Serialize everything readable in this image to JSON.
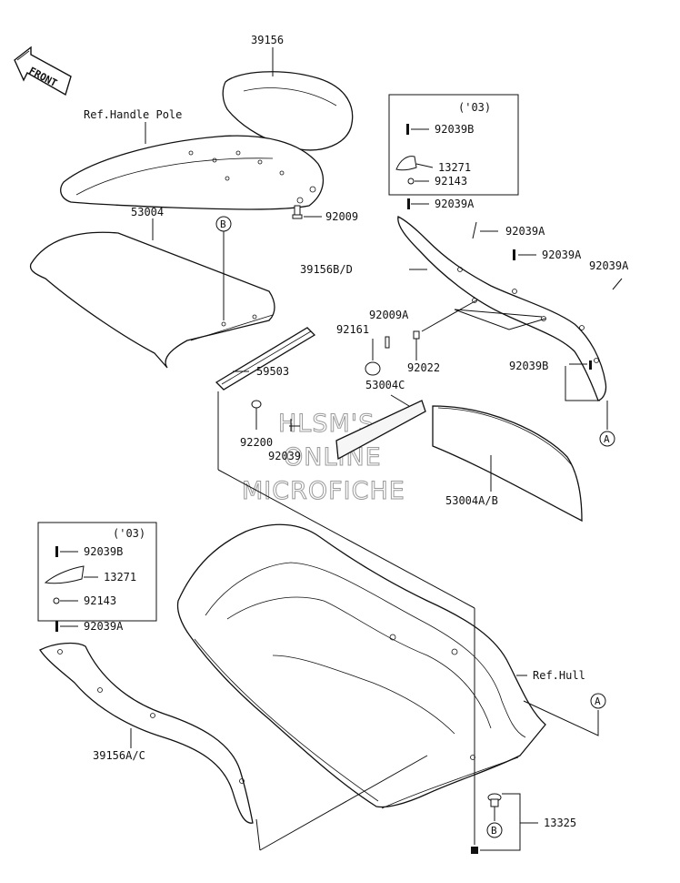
{
  "front_label": "FRONT",
  "watermark": [
    "HLSM'S",
    "ONLINE",
    "MICROFICHE"
  ],
  "labels": {
    "p39156": "39156",
    "handle_pole": "Ref.Handle Pole",
    "p53004": "53004",
    "p92009": "92009",
    "b_marker": "B",
    "p59503": "59503",
    "p92200": "92200",
    "p92039": "92039",
    "p92009a": "92009A",
    "p92161": "92161",
    "p92022": "92022",
    "p53004c": "53004C",
    "p53004ab": "53004A/B",
    "year_top": "('03)",
    "top_92039b": "92039B",
    "top_13271": "13271",
    "top_92143": "92143",
    "r_92039a_1": "92039A",
    "r_92039a_2": "92039A",
    "r_92039a_3": "92039A",
    "r_92039a_4": "92039A",
    "p39156bd": "39156B/D",
    "r_92039b": "92039B",
    "a_marker_right": "A",
    "year_left": "('03)",
    "left_92039b": "92039B",
    "left_13271": "13271",
    "left_92143": "92143",
    "left_92039a": "92039A",
    "p39156ac": "39156A/C",
    "ref_hull": "Ref.Hull",
    "a_marker_hull": "A",
    "p13325": "13325",
    "b_marker_bottom": "B"
  }
}
